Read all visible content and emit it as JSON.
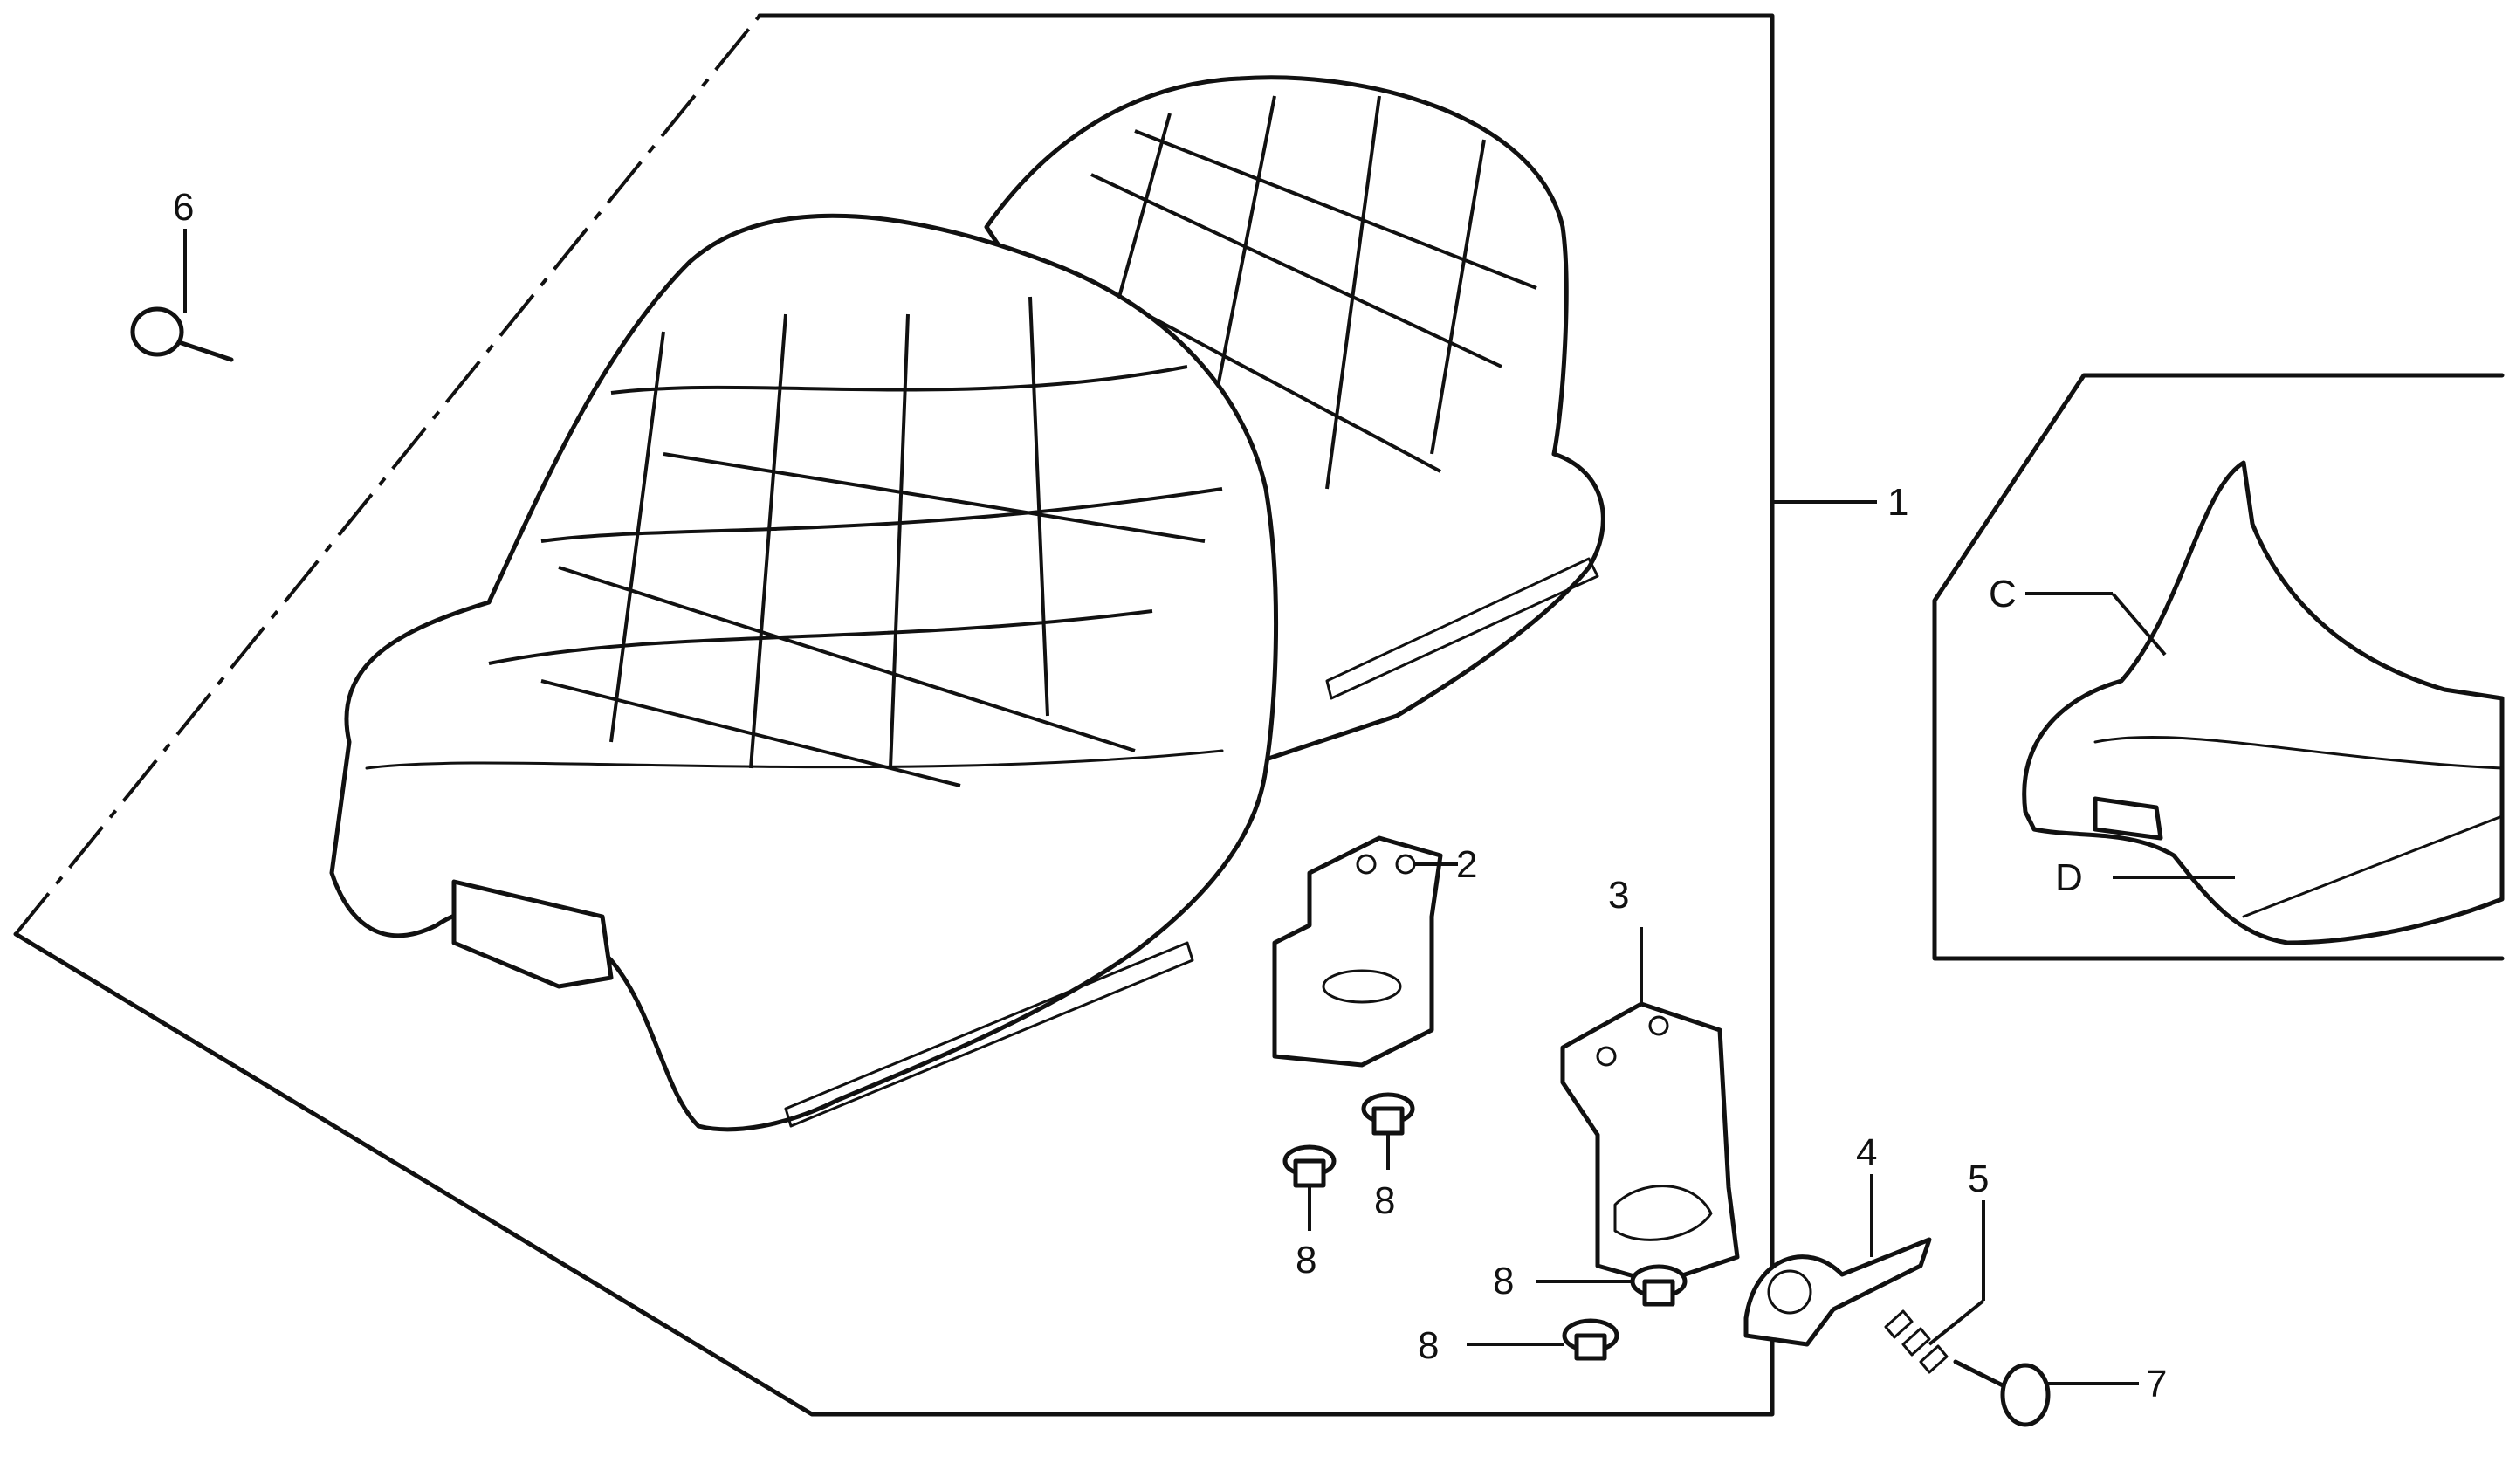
{
  "callouts": {
    "c1": "1",
    "c2": "2",
    "c3": "3",
    "c4": "4",
    "c5": "5",
    "c6": "6",
    "c7": "7",
    "c8a": "8",
    "c8b": "8",
    "c8c": "8",
    "c8d": "8",
    "cC": "C",
    "cD": "D"
  }
}
